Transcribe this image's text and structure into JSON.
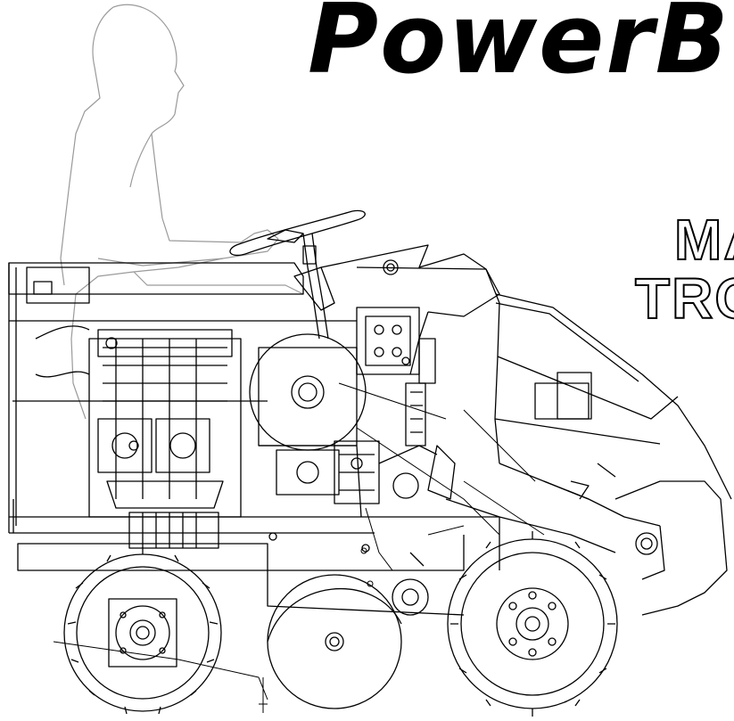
{
  "title": {
    "brand": "PowerB",
    "line1": "MA",
    "line2": "TRO"
  },
  "colors": {
    "ink": "#000000",
    "paper": "#ffffff",
    "operator_outline": "#9a9a9a"
  }
}
